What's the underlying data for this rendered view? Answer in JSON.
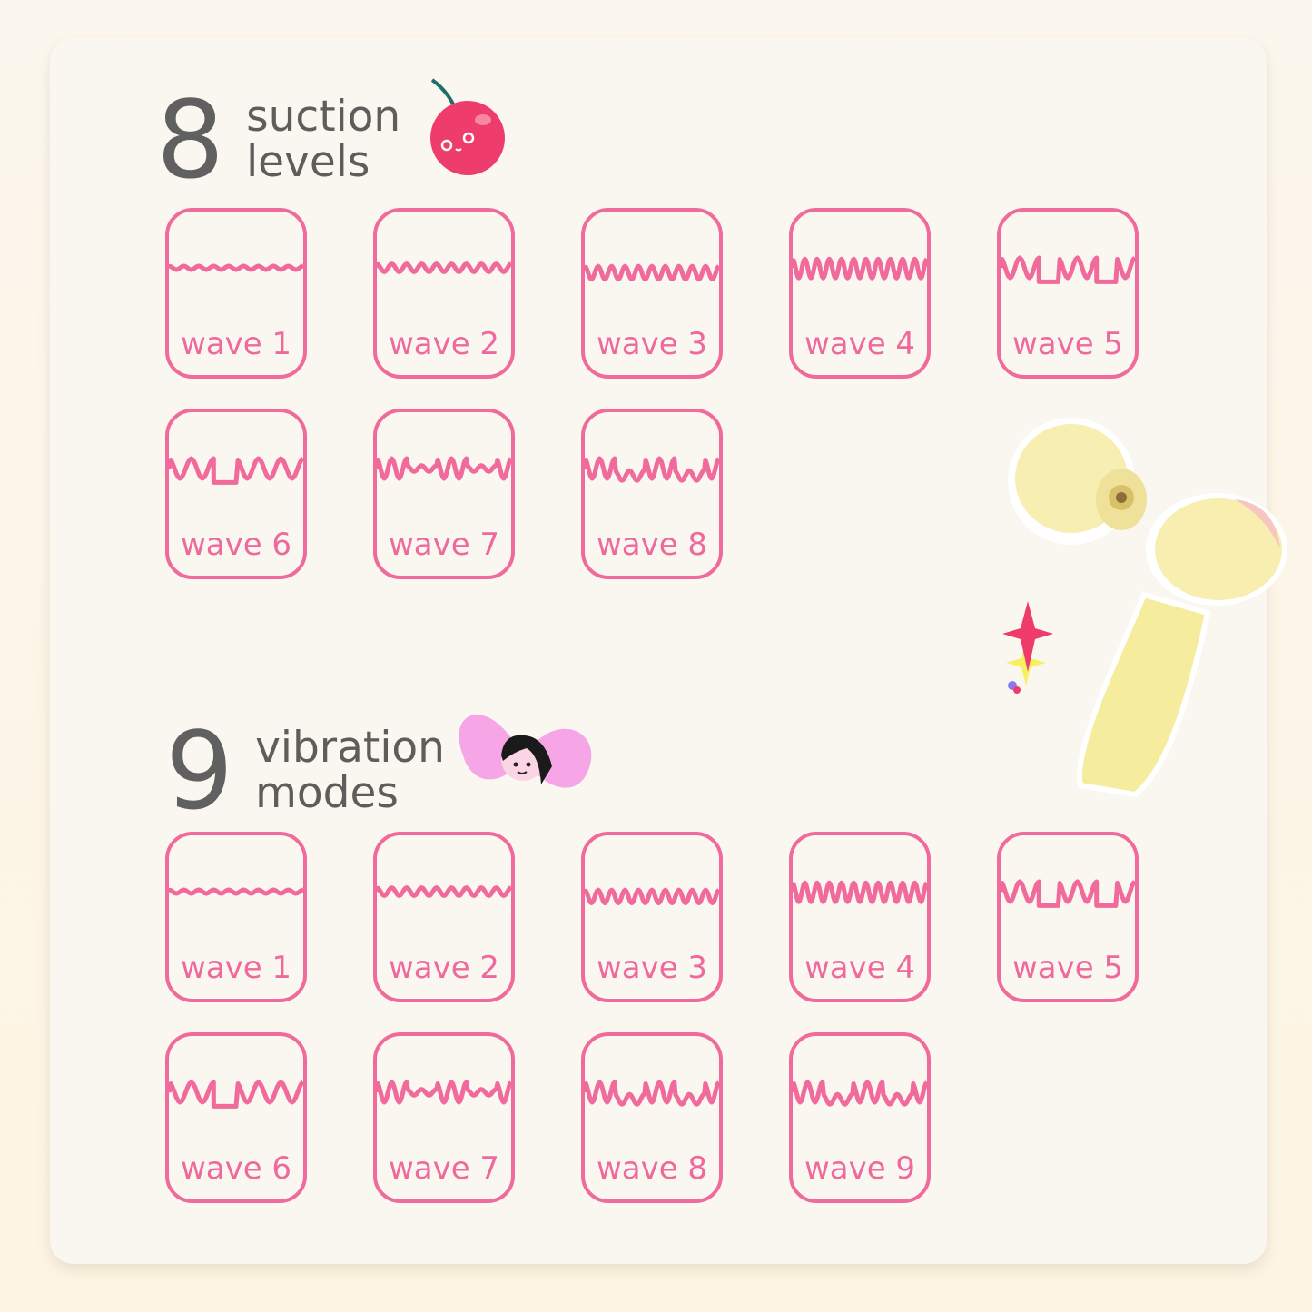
{
  "suction": {
    "count": "8",
    "label_line1": "suction",
    "label_line2": "levels",
    "waves": [
      "wave 1",
      "wave 2",
      "wave 3",
      "wave 4",
      "wave 5",
      "wave 6",
      "wave 7",
      "wave 8"
    ]
  },
  "vibration": {
    "count": "9",
    "label_line1": "vibration",
    "label_line2": "modes",
    "waves": [
      "wave 1",
      "wave 2",
      "wave 3",
      "wave 4",
      "wave 5",
      "wave 6",
      "wave 7",
      "wave 8",
      "wave 9"
    ]
  },
  "colors": {
    "accent": "#f06a9c",
    "panel": "#faf7f1",
    "text": "#5d5d5b"
  }
}
